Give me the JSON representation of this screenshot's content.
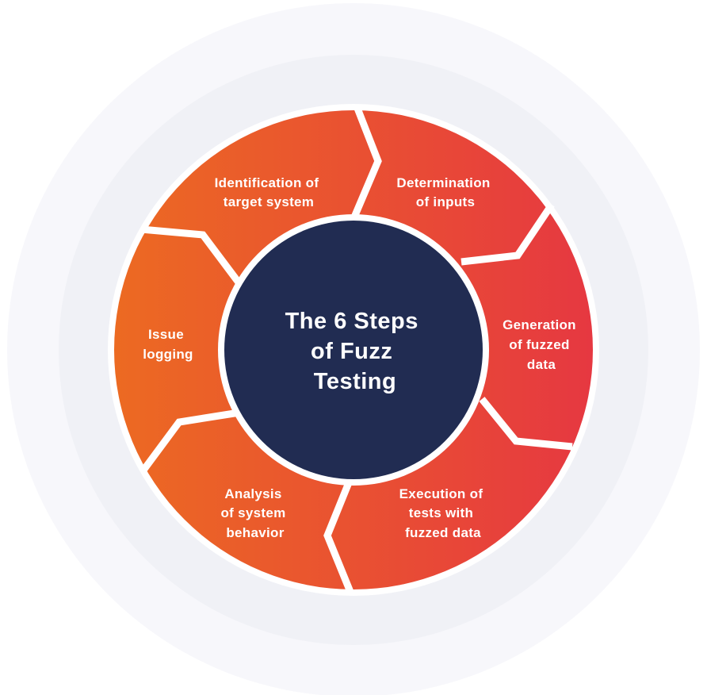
{
  "title": "The 6 Steps of Fuzz Testing",
  "center": {
    "lines": [
      "The 6 Steps",
      "of Fuzz",
      "Testing"
    ]
  },
  "steps": [
    {
      "id": 1,
      "label_lines": [
        "Identification of",
        "target system"
      ]
    },
    {
      "id": 2,
      "label_lines": [
        "Determination",
        "of inputs"
      ]
    },
    {
      "id": 3,
      "label_lines": [
        "Generation",
        "of fuzzed",
        "data"
      ]
    },
    {
      "id": 4,
      "label_lines": [
        "Execution of",
        "tests with",
        "fuzzed data"
      ]
    },
    {
      "id": 5,
      "label_lines": [
        "Analysis",
        "of system",
        "behavior"
      ]
    },
    {
      "id": 6,
      "label_lines": [
        "Issue",
        "logging"
      ]
    }
  ],
  "colors": {
    "background": "#ffffff",
    "outer_halo": "#f7f7fb",
    "inner_halo": "#f0f1f6",
    "ring_border": "#ffffff",
    "gradient_start": "#ec6a22",
    "gradient_end": "#e63841",
    "center_fill": "#212c52",
    "text": "#ffffff"
  }
}
